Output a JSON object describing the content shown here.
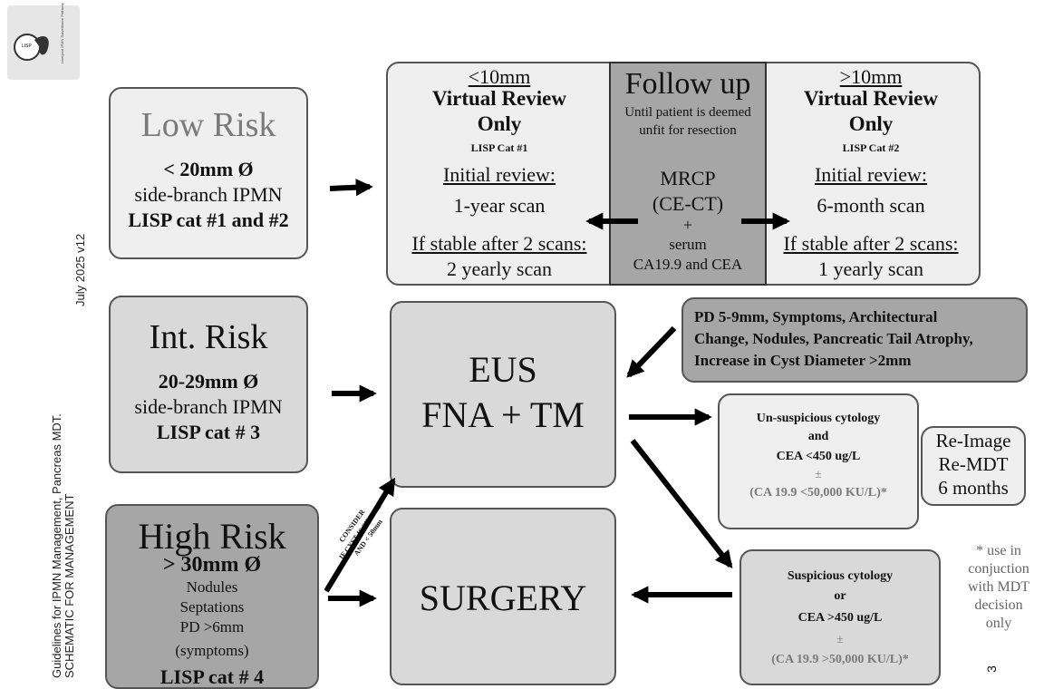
{
  "logo": {
    "small_text": "LISP",
    "caption": "Liverpool IPMN Surveillance Pathway"
  },
  "side": {
    "date": "July 2025  v12",
    "line1": "Guidelines for IPMN Management, Pancreas MDT.",
    "line2": "SCHEMATIC FOR MANAGEMENT"
  },
  "low": {
    "title": "Low Risk",
    "l1": "< 20mm Ø",
    "l2": "side-branch IPMN",
    "l3": "LISP cat #1 and #2"
  },
  "int": {
    "title": "Int. Risk",
    "l1": "20-29mm Ø",
    "l2": "side-branch IPMN",
    "l3": "LISP cat # 3"
  },
  "high": {
    "title": "High Risk",
    "l1": "> 30mm Ø",
    "l2": "Nodules",
    "l3": "Septations",
    "l4": "PD >6mm",
    "l5": "(symptoms)",
    "l6": "LISP cat # 4"
  },
  "followup": {
    "left": {
      "size": "<10mm",
      "title1": "Virtual Review",
      "title2": "Only",
      "cat": "LISP Cat #1",
      "review": "Initial review:",
      "scan": "1-year scan",
      "stable": "If stable after 2 scans:",
      "yearly": "2 yearly scan"
    },
    "center": {
      "title": "Follow up",
      "sub1": "Until patient is deemed",
      "sub2": "unfit for resection",
      "mrcp": "MRCP",
      "cect": "(CE-CT)",
      "plus": "+",
      "serum": "serum",
      "markers": "CA19.9 and CEA"
    },
    "right": {
      "size": ">10mm",
      "title1": "Virtual Review",
      "title2": "Only",
      "cat": "LISP Cat #2",
      "review": "Initial review:",
      "scan": "6-month scan",
      "stable": "If stable after 2 scans:",
      "yearly": "1 yearly scan"
    }
  },
  "eus": {
    "l1": "EUS",
    "l2": "FNA + TM"
  },
  "surgery": {
    "label": "SURGERY"
  },
  "pd": {
    "l1": "PD 5-9mm, Symptoms, Architectural",
    "l2": "Change, Nodules, Pancreatic Tail Atrophy,",
    "l3": "Increase in Cyst Diameter >2mm"
  },
  "unsusp": {
    "l1": "Un-suspicious cytology",
    "l2": "and",
    "l3": "CEA <450 ug/L",
    "l4": "±",
    "l5": "(CA 19.9 <50,000 KU/L)*"
  },
  "reimage": {
    "l1": "Re-Image",
    "l2": "Re-MDT",
    "l3": "6 months"
  },
  "susp": {
    "l1": "Suspicious cytology",
    "l2": "or",
    "l3": "CEA >450 ug/L",
    "l4": "±",
    "l5": "(CA 19.9 >50,000 KU/L)*"
  },
  "consider": {
    "l1": "CONSIDER",
    "l2": "IF CYST IS SIMPLE",
    "l3": "AND < 50mm"
  },
  "footnote": {
    "l1": "* use in",
    "l2": "conjuction",
    "l3": "with MDT",
    "l4": "decision",
    "l5": "only"
  },
  "page_number": "3"
}
